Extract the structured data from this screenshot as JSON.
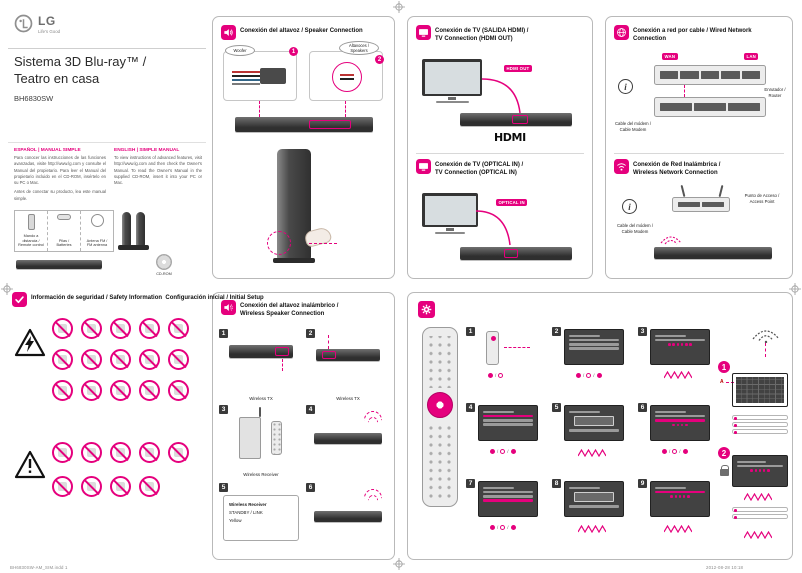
{
  "page": {
    "footer_left": "BH6830SW-AM_SIM.indd   1",
    "footer_right": "2012-08-28   10:18"
  },
  "colors": {
    "accent": "#e5007d",
    "unit_dark": "#2f2f2f"
  },
  "cover": {
    "logo_text": "LG",
    "tagline": "Life's Good",
    "title_line1": "Sistema 3D Blu-ray™ /",
    "title_line2": "Teatro en casa",
    "model": "BH6830SW",
    "es_heading": "ESPAÑOL | MANUAL SIMPLE",
    "es_body": "Para conocer las instrucciones de las funciones avanzadas, visite http://www.lg.com y consulte el Manual del propietario. Para leer el Manual del propietario incluido en el CD-ROM, insértelo en su PC o Mac.",
    "es_note": "Antes de conectar su producto, lea este manual simple.",
    "en_heading": "ENGLISH | SIMPLE MANUAL",
    "en_body": "To view instructions of advanced features, visit http://www.lg.com and then check the Owner's Manual. To read the Owner's Manual in the supplied CD-ROM, insert it into your PC or Mac.",
    "accessories": [
      {
        "label": "Mando a distancia /\nRemote control"
      },
      {
        "label": "Pilas /\nBatteries"
      },
      {
        "label": "Antena FM /\nFM antenna"
      },
      {
        "label": "CD-ROM"
      }
    ]
  },
  "speaker": {
    "title": "Conexión del altavoz / Speaker Connection",
    "woofer_label": "Woofer",
    "speakers_label": "Altavoces /\nSpeakers",
    "step1": "1",
    "step2": "2"
  },
  "tv": {
    "hdmi_title": "Conexión de TV (SALIDA HDMI) /\nTV Connection (HDMI OUT)",
    "hdmi_port": "HDMI OUT",
    "hdmi_logo": "HDMI",
    "optical_title": "Conexión de TV (OPTICAL IN) /\nTV Connection (OPTICAL IN)",
    "optical_port": "OPTICAL IN"
  },
  "network": {
    "wired_title": "Conexión a red por cable / Wired Network Connection",
    "wan": "WAN",
    "lan": "LAN",
    "modem": "Cable del módem /\nCable Modem",
    "router": "Enrutador /\nRouter",
    "wireless_title": "Conexión de Red Inalámbrica /\nWireless Network Connection",
    "access_point": "Punto de Acceso /\nAccess Point",
    "modem2": "Cable del módem /\nCable Modem"
  },
  "safety": {
    "title1": "Información de seguridad / Safety Information",
    "title2": "Configuración inicial / Initial Setup"
  },
  "ws": {
    "title": "Conexión del altavoz inalámbrico /\nWireless Speaker Connection",
    "steps": [
      {
        "num": "1",
        "label": "Wireless TX"
      },
      {
        "num": "2",
        "label": "Wireless TX"
      },
      {
        "num": "3",
        "label": "Wireless Receiver"
      },
      {
        "num": "4",
        "label": ""
      },
      {
        "num": "5",
        "label": "Wireless Receiver",
        "line2": "STANDBY / LINK",
        "line3": "Yellow"
      },
      {
        "num": "6",
        "label": ""
      }
    ]
  },
  "setup": {
    "steps": [
      {
        "num": "1"
      },
      {
        "num": "2"
      },
      {
        "num": "3"
      },
      {
        "num": "4"
      },
      {
        "num": "5"
      },
      {
        "num": "6"
      },
      {
        "num": "7"
      },
      {
        "num": "8"
      },
      {
        "num": "9"
      }
    ],
    "right": {
      "step1": "1",
      "step2": "2",
      "pointer": "A"
    }
  }
}
